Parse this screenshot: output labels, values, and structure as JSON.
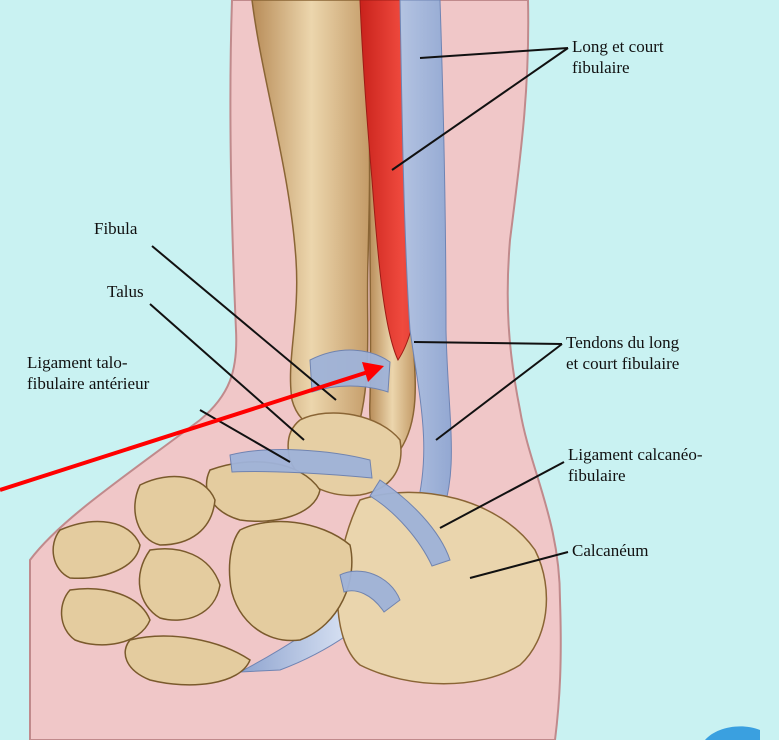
{
  "colors": {
    "background": "#c9f2f2",
    "skin": "#f0c7c8",
    "bone": "#e2c99e",
    "ligament": "#9fb3d9",
    "muscle": "#e2382e",
    "pointer": "#ff0000"
  },
  "labels": {
    "long_court": [
      "Long et court",
      "fibulaire"
    ],
    "fibula": [
      "Fibula"
    ],
    "talus": [
      "Talus"
    ],
    "talo_fibulaire": [
      "Ligament talo-",
      "fibulaire antérieur"
    ],
    "tendons": [
      "Tendons du long",
      "et court fibulaire"
    ],
    "calcaneo_fibulaire": [
      "Ligament calcanéo-",
      "fibulaire"
    ],
    "calcaneum": [
      "Calcanéum"
    ]
  }
}
